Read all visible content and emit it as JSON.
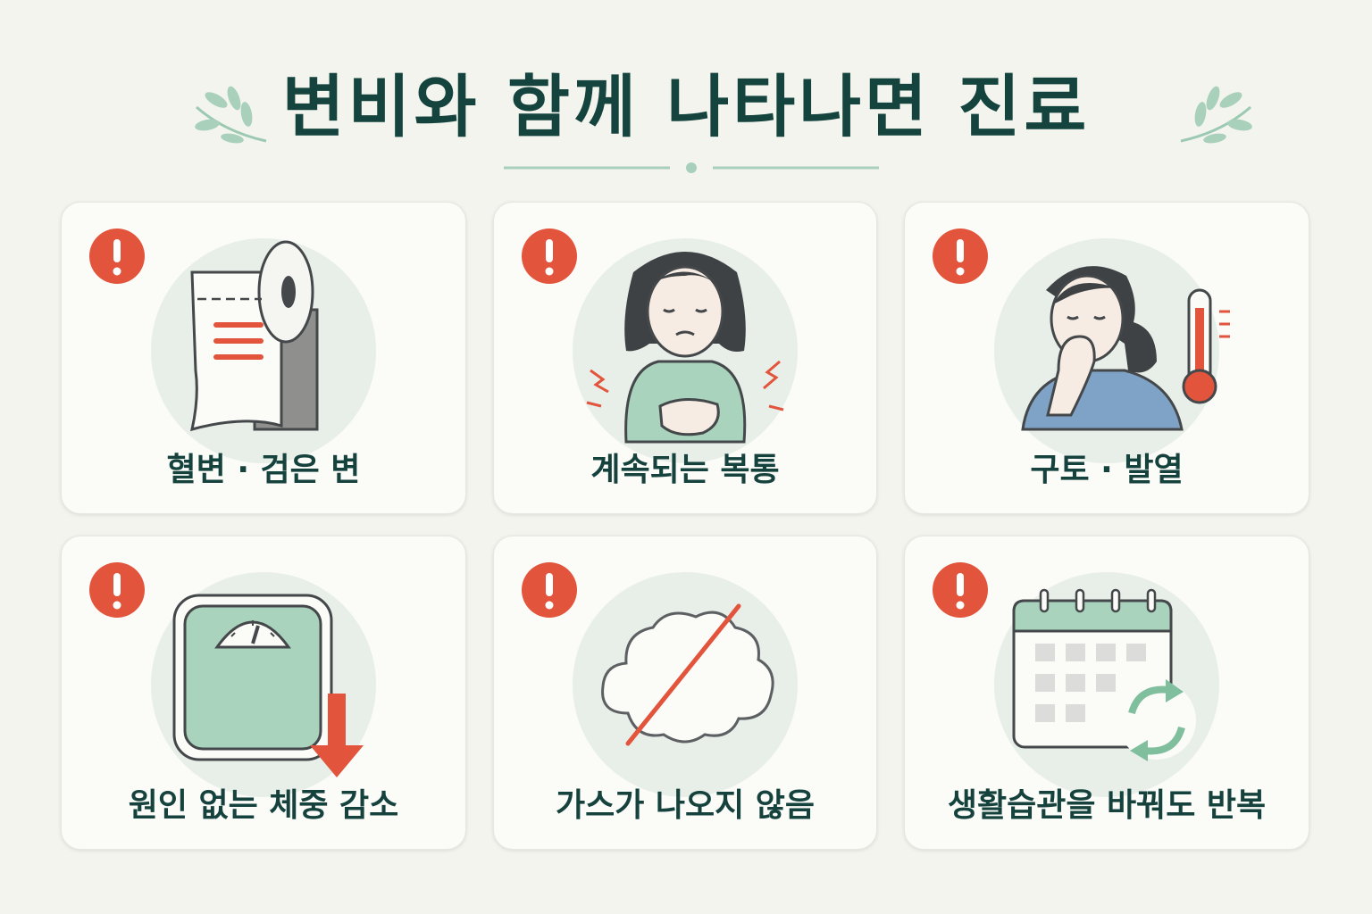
{
  "title": "변비와 함께 나타나면 진료",
  "colors": {
    "primary": "#15443f",
    "accent_red": "#e2553c",
    "mint": "#a9d3bc",
    "leaf": "#9cc9b2"
  },
  "cards": [
    {
      "label": "혈변 · 검은 변",
      "icon": "toilet-paper-icon"
    },
    {
      "label": "계속되는 복통",
      "icon": "stomachache-person-icon"
    },
    {
      "label": "구토 · 발열",
      "icon": "nausea-fever-person-icon"
    },
    {
      "label": "원인 없는 체중 감소",
      "icon": "scale-weight-loss-icon"
    },
    {
      "label": "가스가 나오지 않음",
      "icon": "no-gas-cloud-icon"
    },
    {
      "label": "생활습관을 바꿔도 반복",
      "icon": "calendar-repeat-icon"
    }
  ]
}
